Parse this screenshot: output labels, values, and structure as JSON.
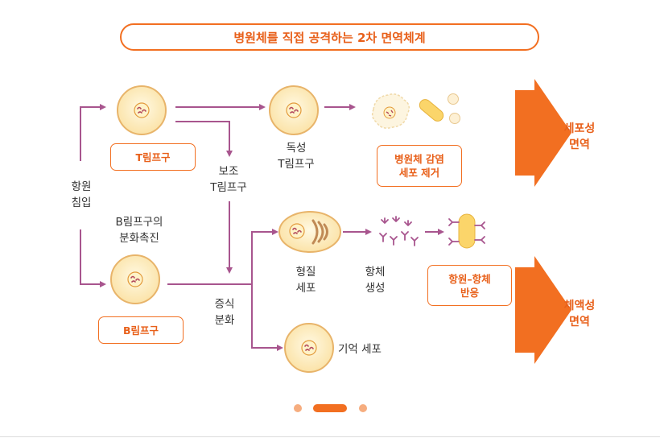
{
  "title": "병원체를 직접 공격하는 2차 면역체계",
  "labels": {
    "antigen_entry": "항원\n침입",
    "helper_t": "보조\nT림프구",
    "cytotoxic_t": "독성\nT림프구",
    "b_diff_promote": "B림프구의\n분화촉진",
    "prolif_diff": "증식\n분화",
    "plasma_cell": "형질\n세포",
    "antibody_prod": "항체\n생성",
    "memory_cell": "기억 세포"
  },
  "boxes": {
    "t_lymphocyte": "T림프구",
    "b_lymphocyte": "B림프구",
    "pathogen_removal": "병원체 감염\n세포 제거",
    "antigen_antibody": "항원–항체\n반응"
  },
  "results": {
    "cellular": "세포성\n면역",
    "humoral": "체액성\n면역"
  },
  "pagination": {
    "count": 3,
    "active": 1
  },
  "colors": {
    "accent": "#f26f21",
    "arrow": "#a8558e",
    "cell_fill": "#fdf0c8",
    "cell_stroke": "#e8a54a"
  }
}
